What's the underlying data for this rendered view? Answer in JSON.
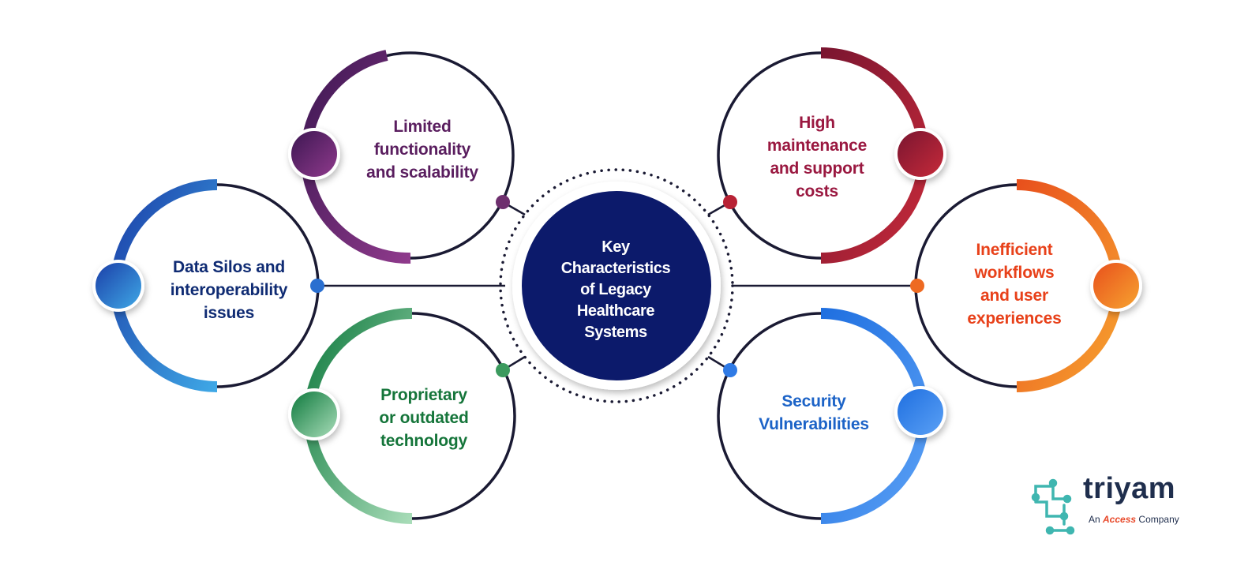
{
  "center": {
    "lines": [
      "Key",
      "Characteristics",
      "of Legacy",
      "Healthcare",
      "Systems"
    ],
    "fill": "#0c1a6b"
  },
  "nodes": [
    {
      "id": "limited-functionality",
      "lines": [
        "Limited",
        "functionality",
        "and scalability"
      ],
      "color": "#5a1e5f",
      "grad": [
        "#3d1752",
        "#8f3a8c"
      ]
    },
    {
      "id": "data-silos",
      "lines": [
        "Data Silos and",
        "interoperability",
        "issues"
      ],
      "color": "#0f2b73",
      "grad": [
        "#1b3fa8",
        "#3fa8e6"
      ]
    },
    {
      "id": "proprietary",
      "lines": [
        "Proprietary",
        "or outdated",
        "technology"
      ],
      "color": "#15753a",
      "grad": [
        "#0f7a3e",
        "#a8dcb8"
      ]
    },
    {
      "id": "high-maintenance",
      "lines": [
        "High",
        "maintenance",
        "and support",
        "costs"
      ],
      "color": "#9a1840",
      "grad": [
        "#7a1530",
        "#c62a3a"
      ]
    },
    {
      "id": "inefficient-workflows",
      "lines": [
        "Inefficient",
        "workflows",
        "and user",
        "experiences"
      ],
      "color": "#e8411a",
      "grad": [
        "#e8501c",
        "#f7a330"
      ]
    },
    {
      "id": "security",
      "lines": [
        "Security",
        "Vulnerabilities"
      ],
      "color": "#1c63c7",
      "grad": [
        "#1f6fe0",
        "#5aa0f5"
      ]
    }
  ],
  "logo": {
    "word": "triyam",
    "tag_before": "An ",
    "tag_accent": "Access",
    "tag_after": " Company",
    "word_color": "#1f2e4d",
    "accent_color": "#e8492a",
    "icon_color": "#3fb6b0"
  },
  "colors": {
    "ring_dark": "#1a1a33",
    "connector": "#1a1a33"
  }
}
